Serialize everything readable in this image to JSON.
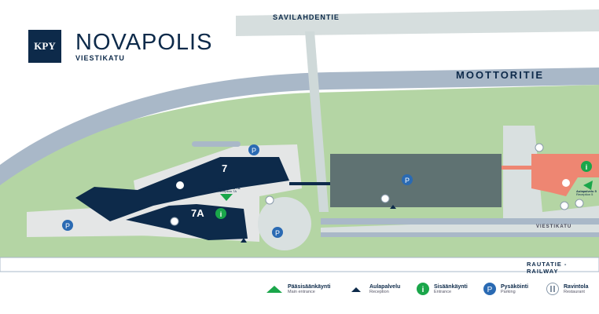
{
  "logo": {
    "mark": "KPY",
    "name": "NOVAPOLIS",
    "subtitle": "VIESTIKATU"
  },
  "roads": {
    "savilahdentie": "SAVILAHDENTIE",
    "moottoritie": "MOOTTORITIE",
    "viestikatu": "VIESTIKATU",
    "railway": "RAUTATIE - RAILWAY"
  },
  "buildings": {
    "b7": "7",
    "b7a": "7A"
  },
  "receptions": {
    "r7a_fi": "Aulapalvelu 7A",
    "r7a_en": "Reception 7A",
    "r5_fi": "Aulapalvelu 5",
    "r5_en": "Reception 5"
  },
  "legend": [
    {
      "icon": "main-entrance-triangle",
      "fi": "Pääsisäänkäynti",
      "en": "Main entrance"
    },
    {
      "icon": "reception-triangle",
      "fi": "Aulapalvelu",
      "en": "Reception"
    },
    {
      "icon": "info-icon",
      "fi": "Sisäänkäynti",
      "en": "Entrance"
    },
    {
      "icon": "parking-icon",
      "fi": "Pysäköinti",
      "en": "Parking"
    },
    {
      "icon": "restaurant-icon",
      "fi": "Ravintola",
      "en": "Restaurant"
    }
  ],
  "colors": {
    "navy": "#0d2a4a",
    "green": "#b4d5a4",
    "entrance": "#1aa64a",
    "parking": "#2a6ab3",
    "salmon": "#ee8672",
    "grey_building": "#5f7272"
  }
}
